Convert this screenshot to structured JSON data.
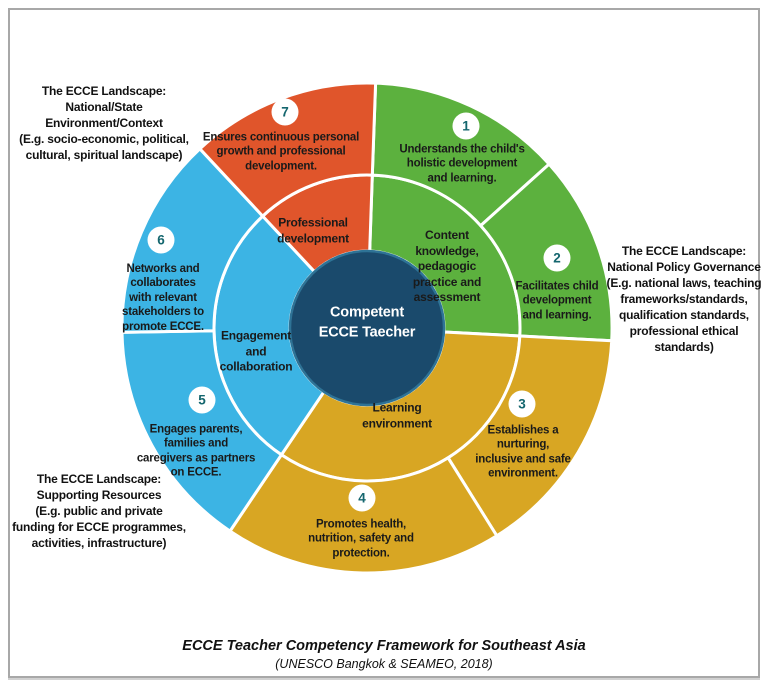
{
  "center": {
    "label": "Competent\nECCE Taecher"
  },
  "colors": {
    "green": "#5cb13e",
    "yellow": "#d8a623",
    "blue": "#3cb4e4",
    "orange": "#e0552b",
    "center_navy": "#1a4a6c",
    "center_rim": "#2e7396",
    "number_teal": "#14666e",
    "divider_white": "#ffffff",
    "text_dark": "#1a1a1a",
    "frame_gray": "#a8a8a8"
  },
  "inner_segments": [
    {
      "id": "content-knowledge",
      "color": "green",
      "label": "Content\nknowledge,\npedagogic\npractice and\nassessment"
    },
    {
      "id": "learning-environment",
      "color": "yellow",
      "label": "Learning\nenvironment"
    },
    {
      "id": "engagement-collaboration",
      "color": "blue",
      "label": "Engagement\nand\ncollaboration"
    },
    {
      "id": "professional-development",
      "color": "orange",
      "label": "Professional\ndevelopment"
    }
  ],
  "outer_segments": [
    {
      "number": "1",
      "color": "green",
      "label": "Understands the child's\nholistic development\nand learning."
    },
    {
      "number": "2",
      "color": "green",
      "label": "Facilitates child\ndevelopment\nand learning."
    },
    {
      "number": "3",
      "color": "yellow",
      "label": "Establishes a\nnurturing,\ninclusive and safe\nenvironment."
    },
    {
      "number": "4",
      "color": "yellow",
      "label": "Promotes health,\nnutrition, safety and\nprotection."
    },
    {
      "number": "5",
      "color": "blue",
      "label": "Engages parents,\nfamilies and\ncaregivers as partners\non ECCE."
    },
    {
      "number": "6",
      "color": "blue",
      "label": "Networks and\ncollaborates\nwith relevant\nstakeholders to\npromote ECCE."
    },
    {
      "number": "7",
      "color": "orange",
      "label": "Ensures continuous personal\ngrowth and professional\ndevelopment."
    }
  ],
  "landscape_labels": [
    {
      "id": "national-state-environment",
      "text": "The ECCE Landscape:\nNational/State\nEnvironment/Context\n(E.g. socio-economic, political,\ncultural, spiritual landscape)"
    },
    {
      "id": "national-policy-governance",
      "text": "The ECCE Landscape:\nNational Policy Governance\n(E.g. national laws, teaching\nframeworks/standards,\nqualification standards,\nprofessional ethical\nstandards)"
    },
    {
      "id": "supporting-resources",
      "text": "The ECCE Landscape:\nSupporting Resources\n(E.g. public and private\nfunding for ECCE programmes,\nactivities, infrastructure)"
    }
  ],
  "caption": {
    "title": "ECCE Teacher Competency Framework for Southeast Asia",
    "source": "(UNESCO Bangkok & SEAMEO, 2018)"
  }
}
